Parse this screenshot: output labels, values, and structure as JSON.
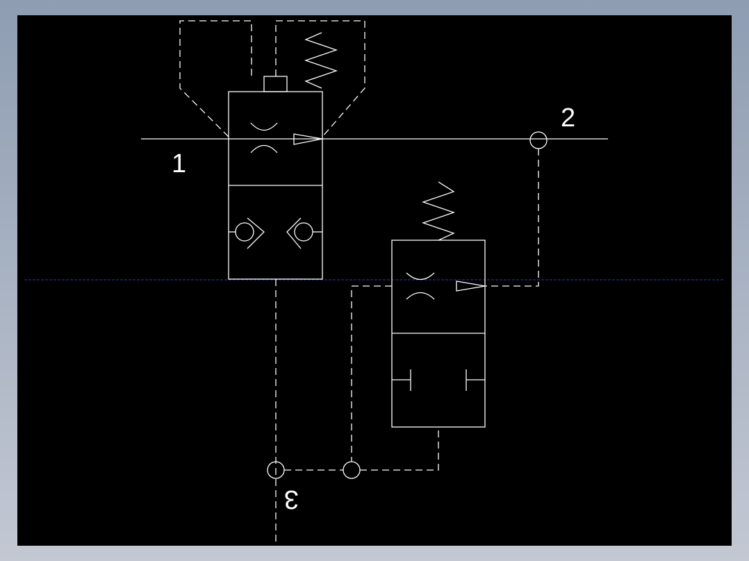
{
  "diagram": {
    "port_labels": {
      "port_1": "1",
      "port_2": "2",
      "port_3": "3"
    },
    "colors": {
      "background": "#000000",
      "linework": "#ffffff",
      "guide_line": "#2d37b8",
      "frame_top": "#8e9db2",
      "frame_bottom": "#c3c8d3"
    }
  }
}
